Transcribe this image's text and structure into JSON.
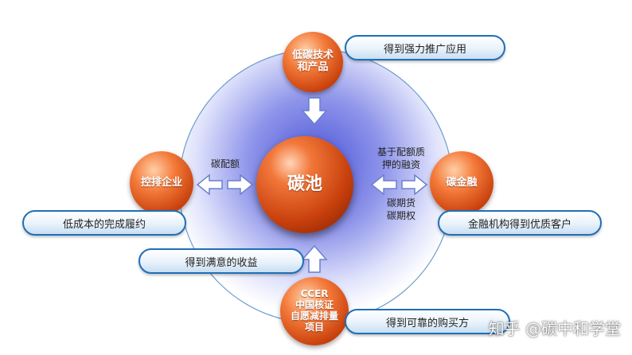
{
  "nodes": {
    "center": "碳池",
    "top": "低碳技术\n和产品",
    "left": "控排企业",
    "right": "碳金融",
    "bottom": "CCER\n中国核证\n自愿减排量\n项目"
  },
  "pills": {
    "top": "得到强力推广应用",
    "left": "低成本的完成履约",
    "right": "金融机构得到优质客户",
    "bottom_left": "得到满意的收益",
    "bottom_right": "得到可靠的购买方"
  },
  "arrow_labels": {
    "left": "碳配额",
    "right_top": "基于配额质\n押的融资",
    "right_bottom": "碳期货\n碳期权"
  },
  "watermark": "知乎 @碳中和学堂",
  "colors": {
    "node": "#d9521a",
    "pill_border": "#1f6fb8",
    "circle_fill": "#7f86e6",
    "circle_edge": "#f4f6ff"
  }
}
